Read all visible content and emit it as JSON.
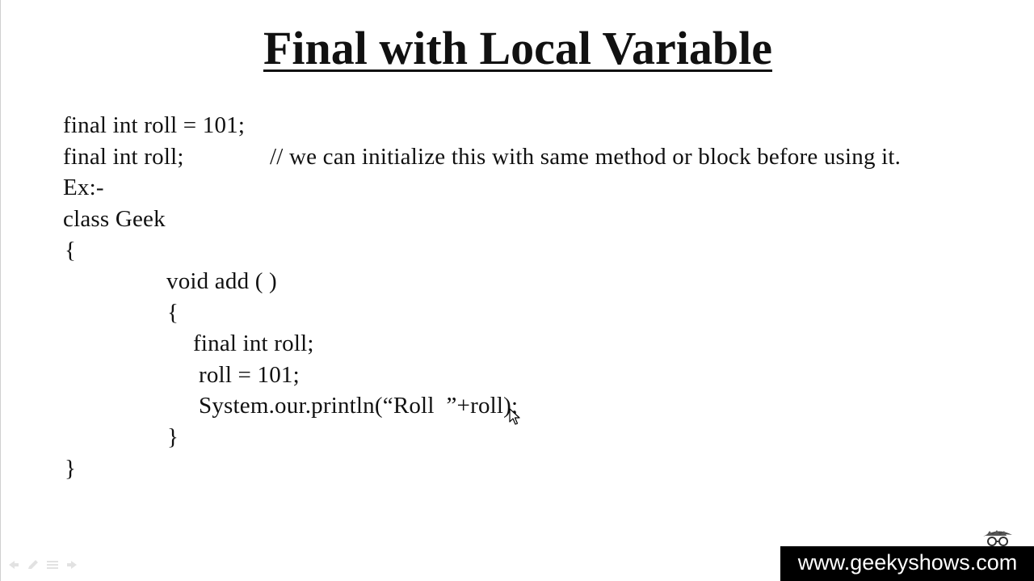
{
  "slide": {
    "title": "Final with Local Variable",
    "lines": [
      "final int roll = 101;",
      "final int roll;",
      "// we can initialize this with same method or block before using it.",
      "Ex:-",
      "class Geek",
      "{",
      "void add ( )",
      "{",
      "final int roll;",
      "roll = 101;",
      "System.our.println(“Roll  ”+roll);",
      "}",
      "}"
    ]
  },
  "watermark": {
    "site": "www.geekyshows.com",
    "logo_icon": "geekyshows-logo-icon"
  },
  "toolbar": {
    "icons": [
      "arrow-icon",
      "pen-icon",
      "menu-icon",
      "pointer-icon"
    ]
  },
  "cursor_icon": "mouse-pointer-icon"
}
